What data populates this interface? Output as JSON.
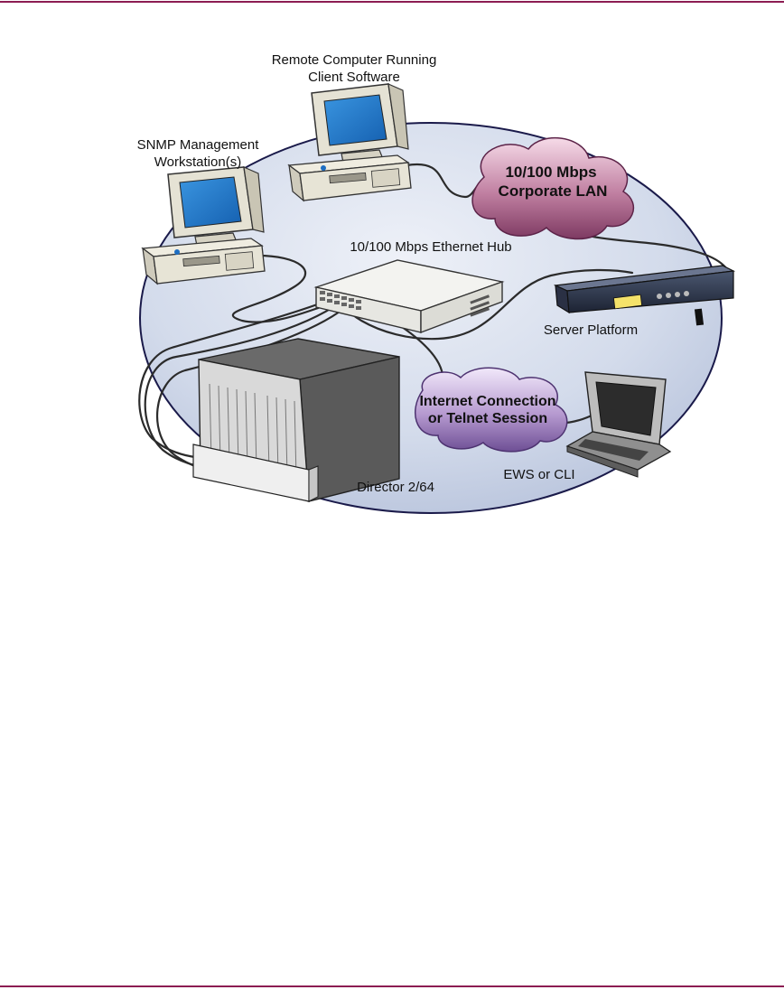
{
  "colors": {
    "rule": "#8c1d52",
    "ellipse_fill": "#cdd6e9",
    "ellipse_stroke": "#1a1a4a",
    "screen": "#1e74c8",
    "cloud_lan": "#a85c86",
    "cloud_internet": "#9a7eb6",
    "cable": "#2b2b2b"
  },
  "labels": {
    "remote_computer_line1": "Remote Computer Running",
    "remote_computer_line2": "Client Software",
    "snmp_line1": "SNMP Management",
    "snmp_line2": "Workstation(s)",
    "hub": "10/100 Mbps Ethernet Hub",
    "server": "Server Platform",
    "director": "Director 2/64",
    "ews": "EWS or CLI",
    "lan_line1": "10/100 Mbps",
    "lan_line2": "Corporate LAN",
    "internet_line1": "Internet Connection",
    "internet_line2": "or Telnet Session"
  },
  "icons": {
    "remote_computer": "desktop-computer-icon",
    "snmp_workstation": "desktop-computer-icon",
    "hub": "ethernet-hub-icon",
    "server": "rack-server-icon",
    "director": "director-switch-icon",
    "laptop": "laptop-icon",
    "lan_cloud": "cloud-icon",
    "internet_cloud": "cloud-icon"
  }
}
